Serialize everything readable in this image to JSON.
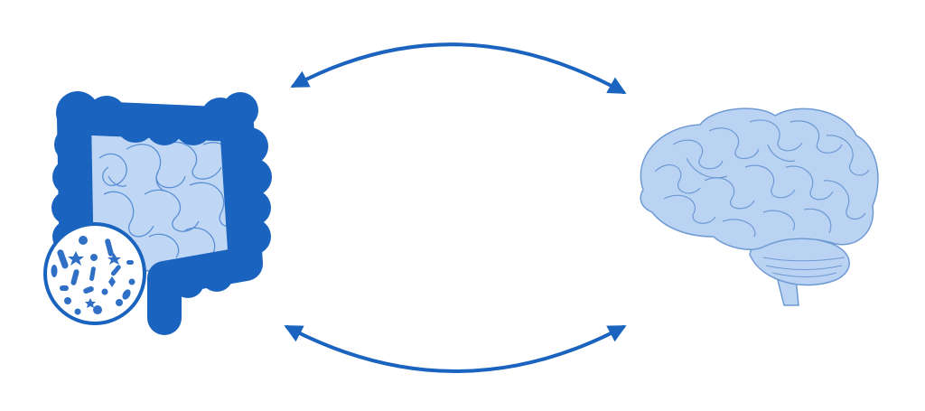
{
  "diagram": {
    "nodes": [
      {
        "id": "gut",
        "icon": "intestine-with-microbiome-icon"
      },
      {
        "id": "brain",
        "icon": "brain-icon"
      }
    ],
    "edges": [
      {
        "from": "gut",
        "to": "brain",
        "direction": "bidirectional",
        "position": "top"
      },
      {
        "from": "gut",
        "to": "brain",
        "direction": "bidirectional",
        "position": "bottom"
      }
    ]
  },
  "colors": {
    "dark_blue": "#1a63be",
    "light_blue": "#bfd7f5",
    "outline_blue": "#5b8fd6",
    "brain_fill": "#bad3f2",
    "brain_line": "#6e9ad4",
    "microbe_blue": "#2f6fc6",
    "background": "#ffffff"
  }
}
